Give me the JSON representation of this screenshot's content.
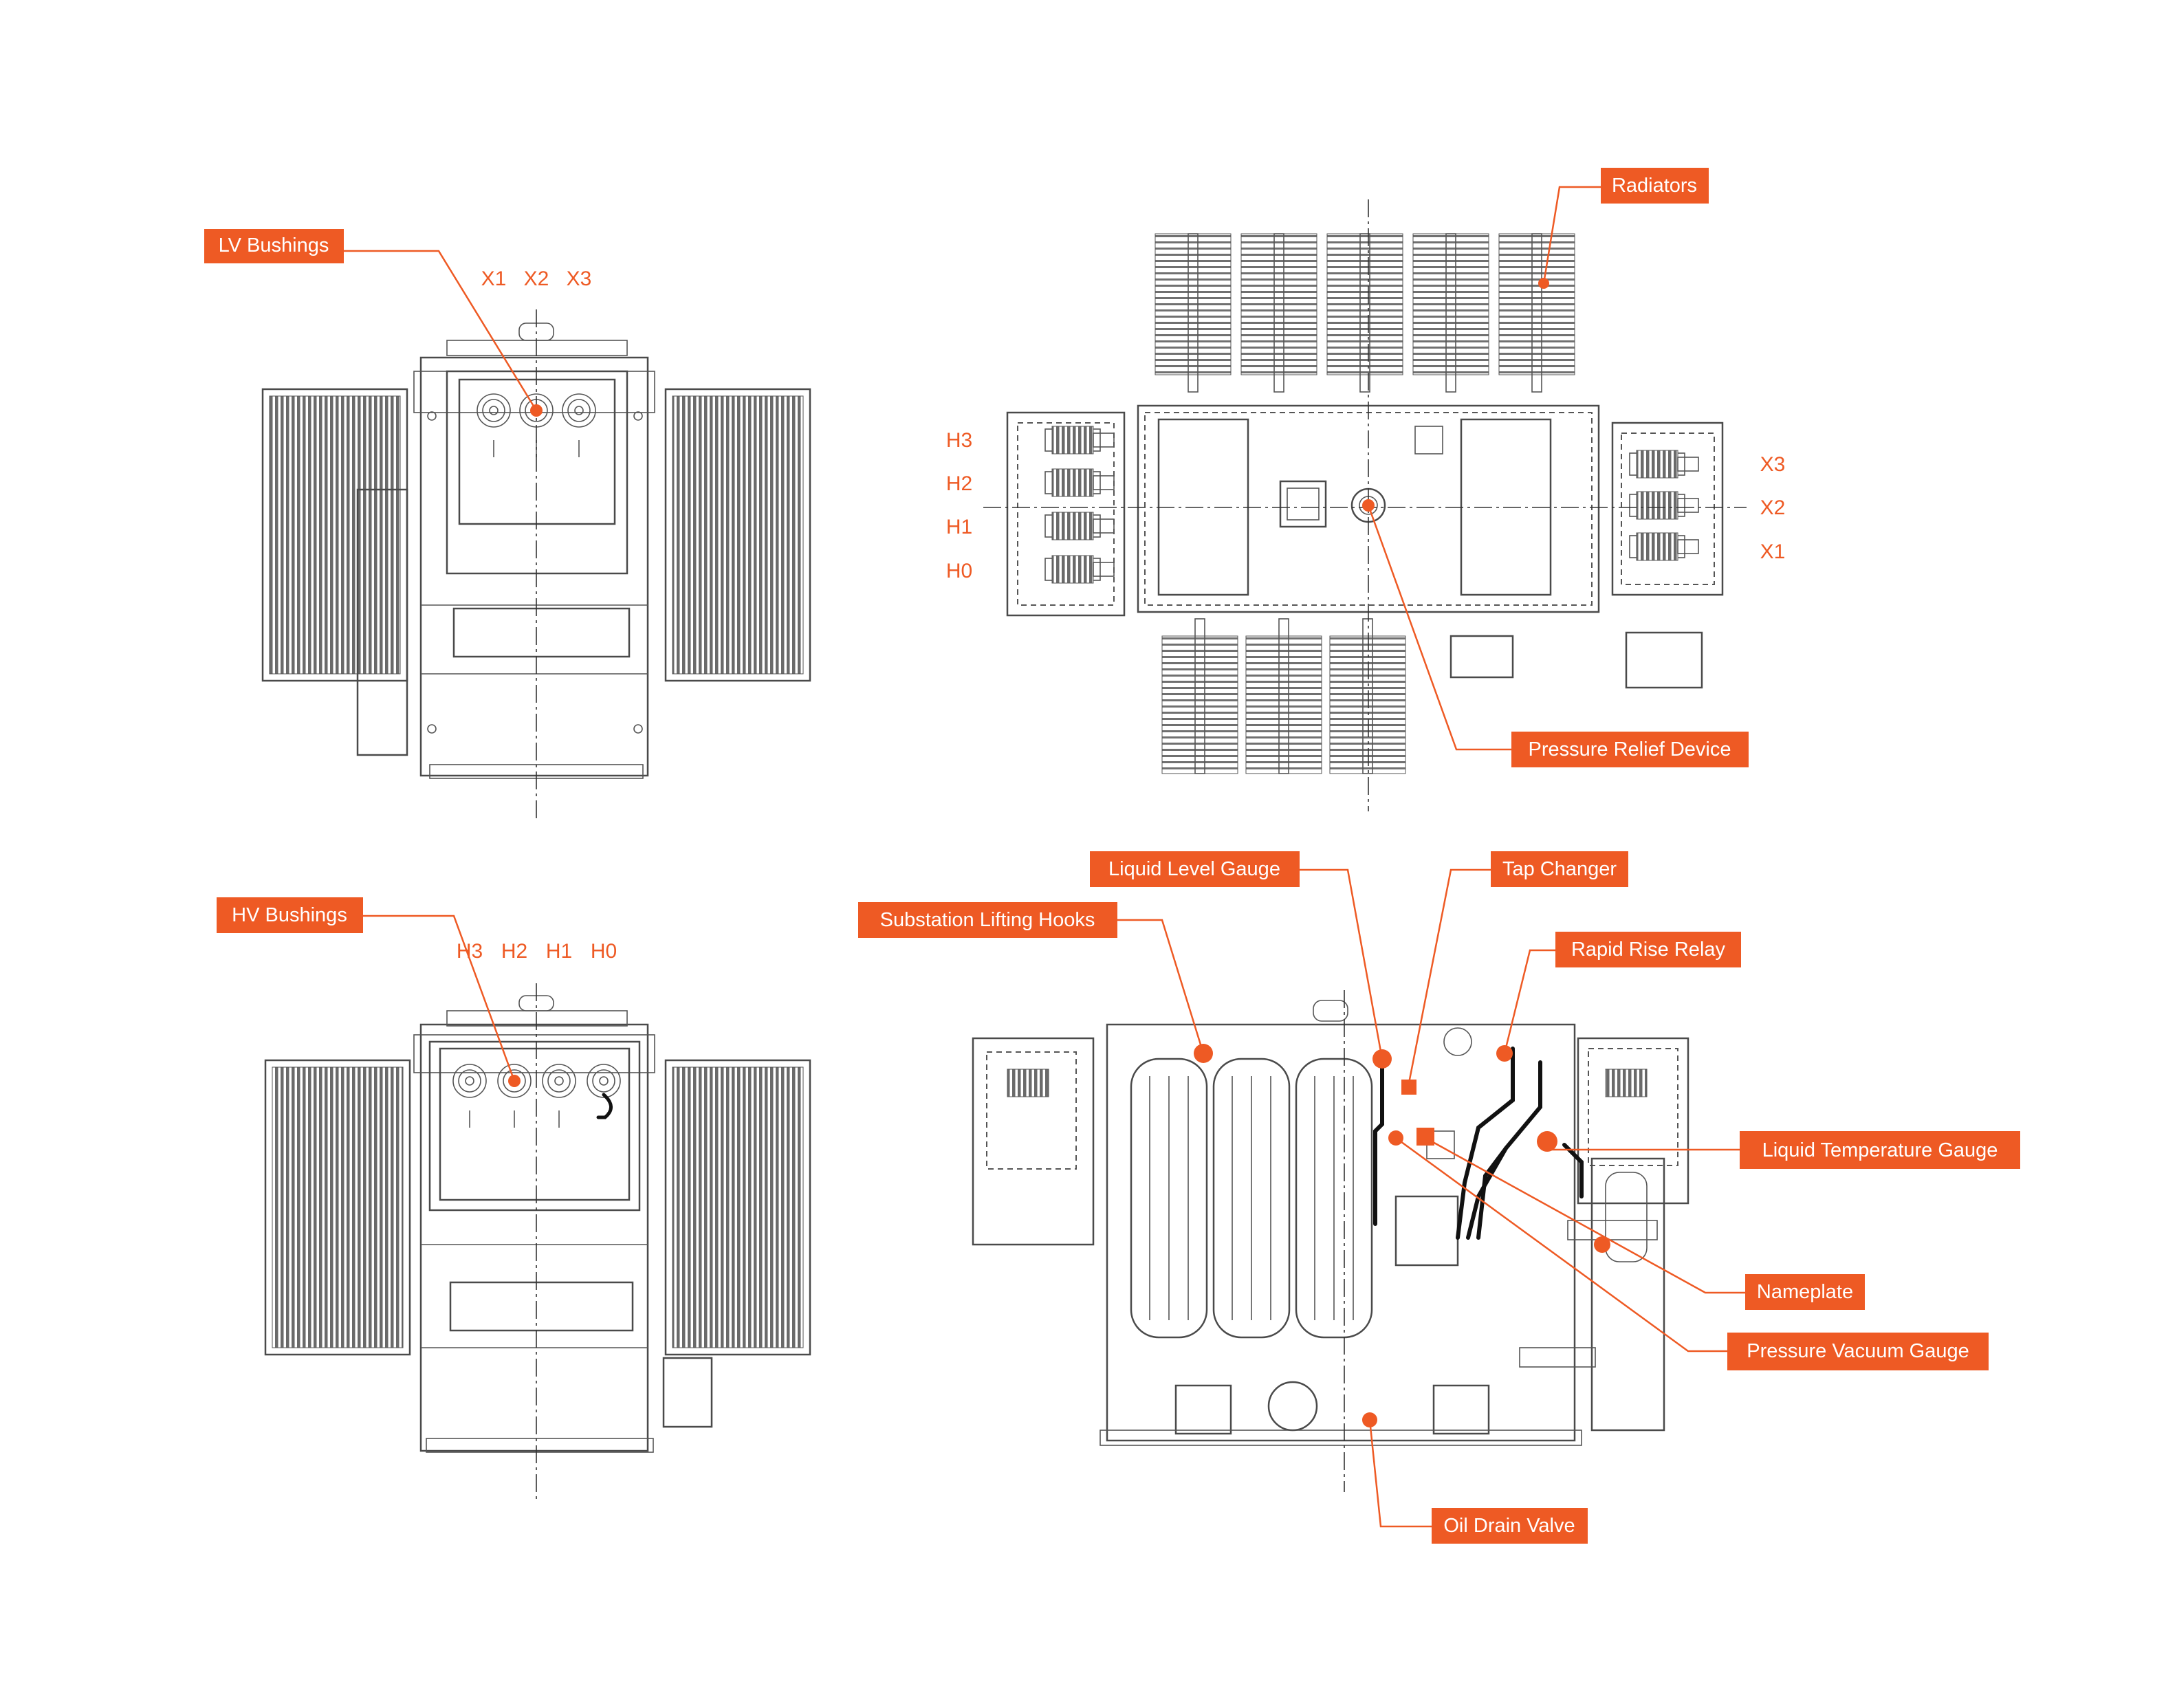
{
  "colors": {
    "accent": "#ee5a24",
    "line": "#4a4a4a",
    "background": "#ffffff"
  },
  "callouts": {
    "lv_bushings": "LV Bushings",
    "hv_bushings": "HV Bushings",
    "radiators": "Radiators",
    "pressure_relief_device": "Pressure Relief Device",
    "liquid_level_gauge": "Liquid Level Gauge",
    "tap_changer": "Tap Changer",
    "substation_lifting_hooks": "Substation Lifting Hooks",
    "rapid_rise_relay": "Rapid Rise Relay",
    "liquid_temperature_gauge": "Liquid Temperature Gauge",
    "nameplate": "Nameplate",
    "pressure_vacuum_gauge": "Pressure Vacuum Gauge",
    "oil_drain_valve": "Oil Drain Valve"
  },
  "terminals": {
    "lv_front": [
      "X1",
      "X2",
      "X3"
    ],
    "hv_front": [
      "H3",
      "H2",
      "H1",
      "H0"
    ],
    "top_hv": [
      "H3",
      "H2",
      "H1",
      "H0"
    ],
    "top_lv": [
      "X3",
      "X2",
      "X1"
    ]
  }
}
